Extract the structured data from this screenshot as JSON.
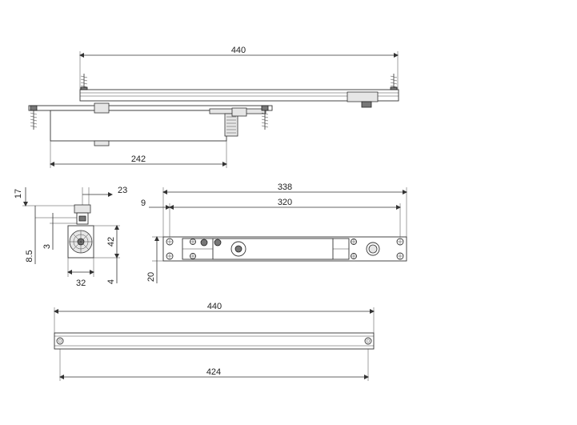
{
  "dimensions": {
    "top_rail_length": "440",
    "body_length": "242",
    "height_17": "17",
    "width_23": "23",
    "height_8_5": "8.5",
    "height_3": "3",
    "height_42": "42",
    "width_32": "32",
    "height_4": "4",
    "offset_9": "9",
    "length_338": "338",
    "length_320": "320",
    "height_20": "20",
    "bottom_rail_length": "440",
    "hole_spacing": "424"
  },
  "colors": {
    "line": "#333333",
    "fill_grey": "#e6e6e6"
  }
}
